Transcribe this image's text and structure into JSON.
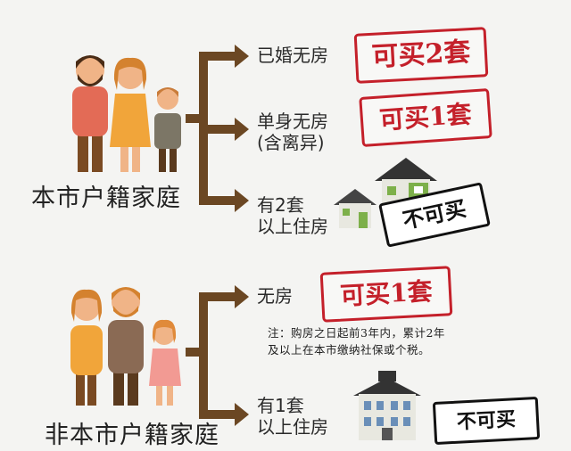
{
  "group1": {
    "title": "本市户籍家庭",
    "branches": [
      {
        "label_lines": [
          "已婚无房"
        ],
        "result": "可买2套"
      },
      {
        "label_lines": [
          "单身无房",
          "(含离异)"
        ],
        "result": "可买1套"
      },
      {
        "label_lines": [
          "有2套",
          "以上住房"
        ],
        "result": "不可买"
      }
    ]
  },
  "group2": {
    "title": "非本市户籍家庭",
    "branches": [
      {
        "label_lines": [
          "无房"
        ],
        "result": "可买1套"
      },
      {
        "label_lines": [
          "有1套",
          "以上住房"
        ],
        "result": "不可买"
      }
    ],
    "note_lines": [
      "注：购房之日起前3年内，累计2年",
      "及以上在本市缴纳社保或个税。"
    ]
  },
  "colors": {
    "arrow": "#6b4723",
    "stamp_red": "#c4202a",
    "stamp_black": "#111111"
  }
}
